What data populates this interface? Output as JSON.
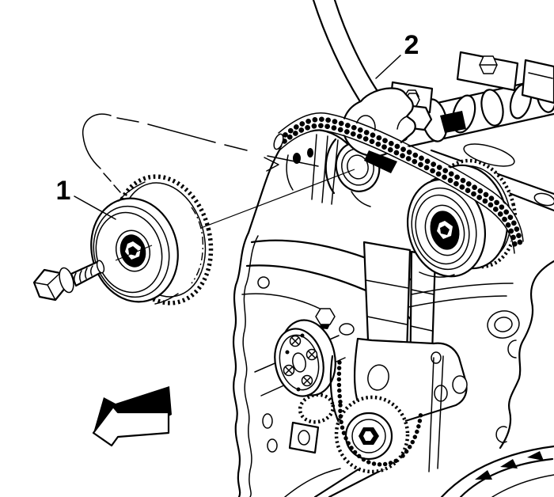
{
  "figure": {
    "background": "#ffffff",
    "line_color": "#000000",
    "callouts": [
      {
        "label": "1",
        "points_to": "camshaft-actuator-and-bolt"
      },
      {
        "label": "2",
        "points_to": "open-end-wrench-on-camshaft-hex"
      }
    ],
    "direction_arrow": "points-lower-left",
    "parts": [
      "camshaft-actuator-sprocket",
      "actuator-bolt",
      "timing-chain",
      "camshaft",
      "open-end-wrench",
      "cylinder-head",
      "engine-block",
      "water-pump-pulley",
      "crankshaft-sprocket",
      "flywheel"
    ]
  }
}
